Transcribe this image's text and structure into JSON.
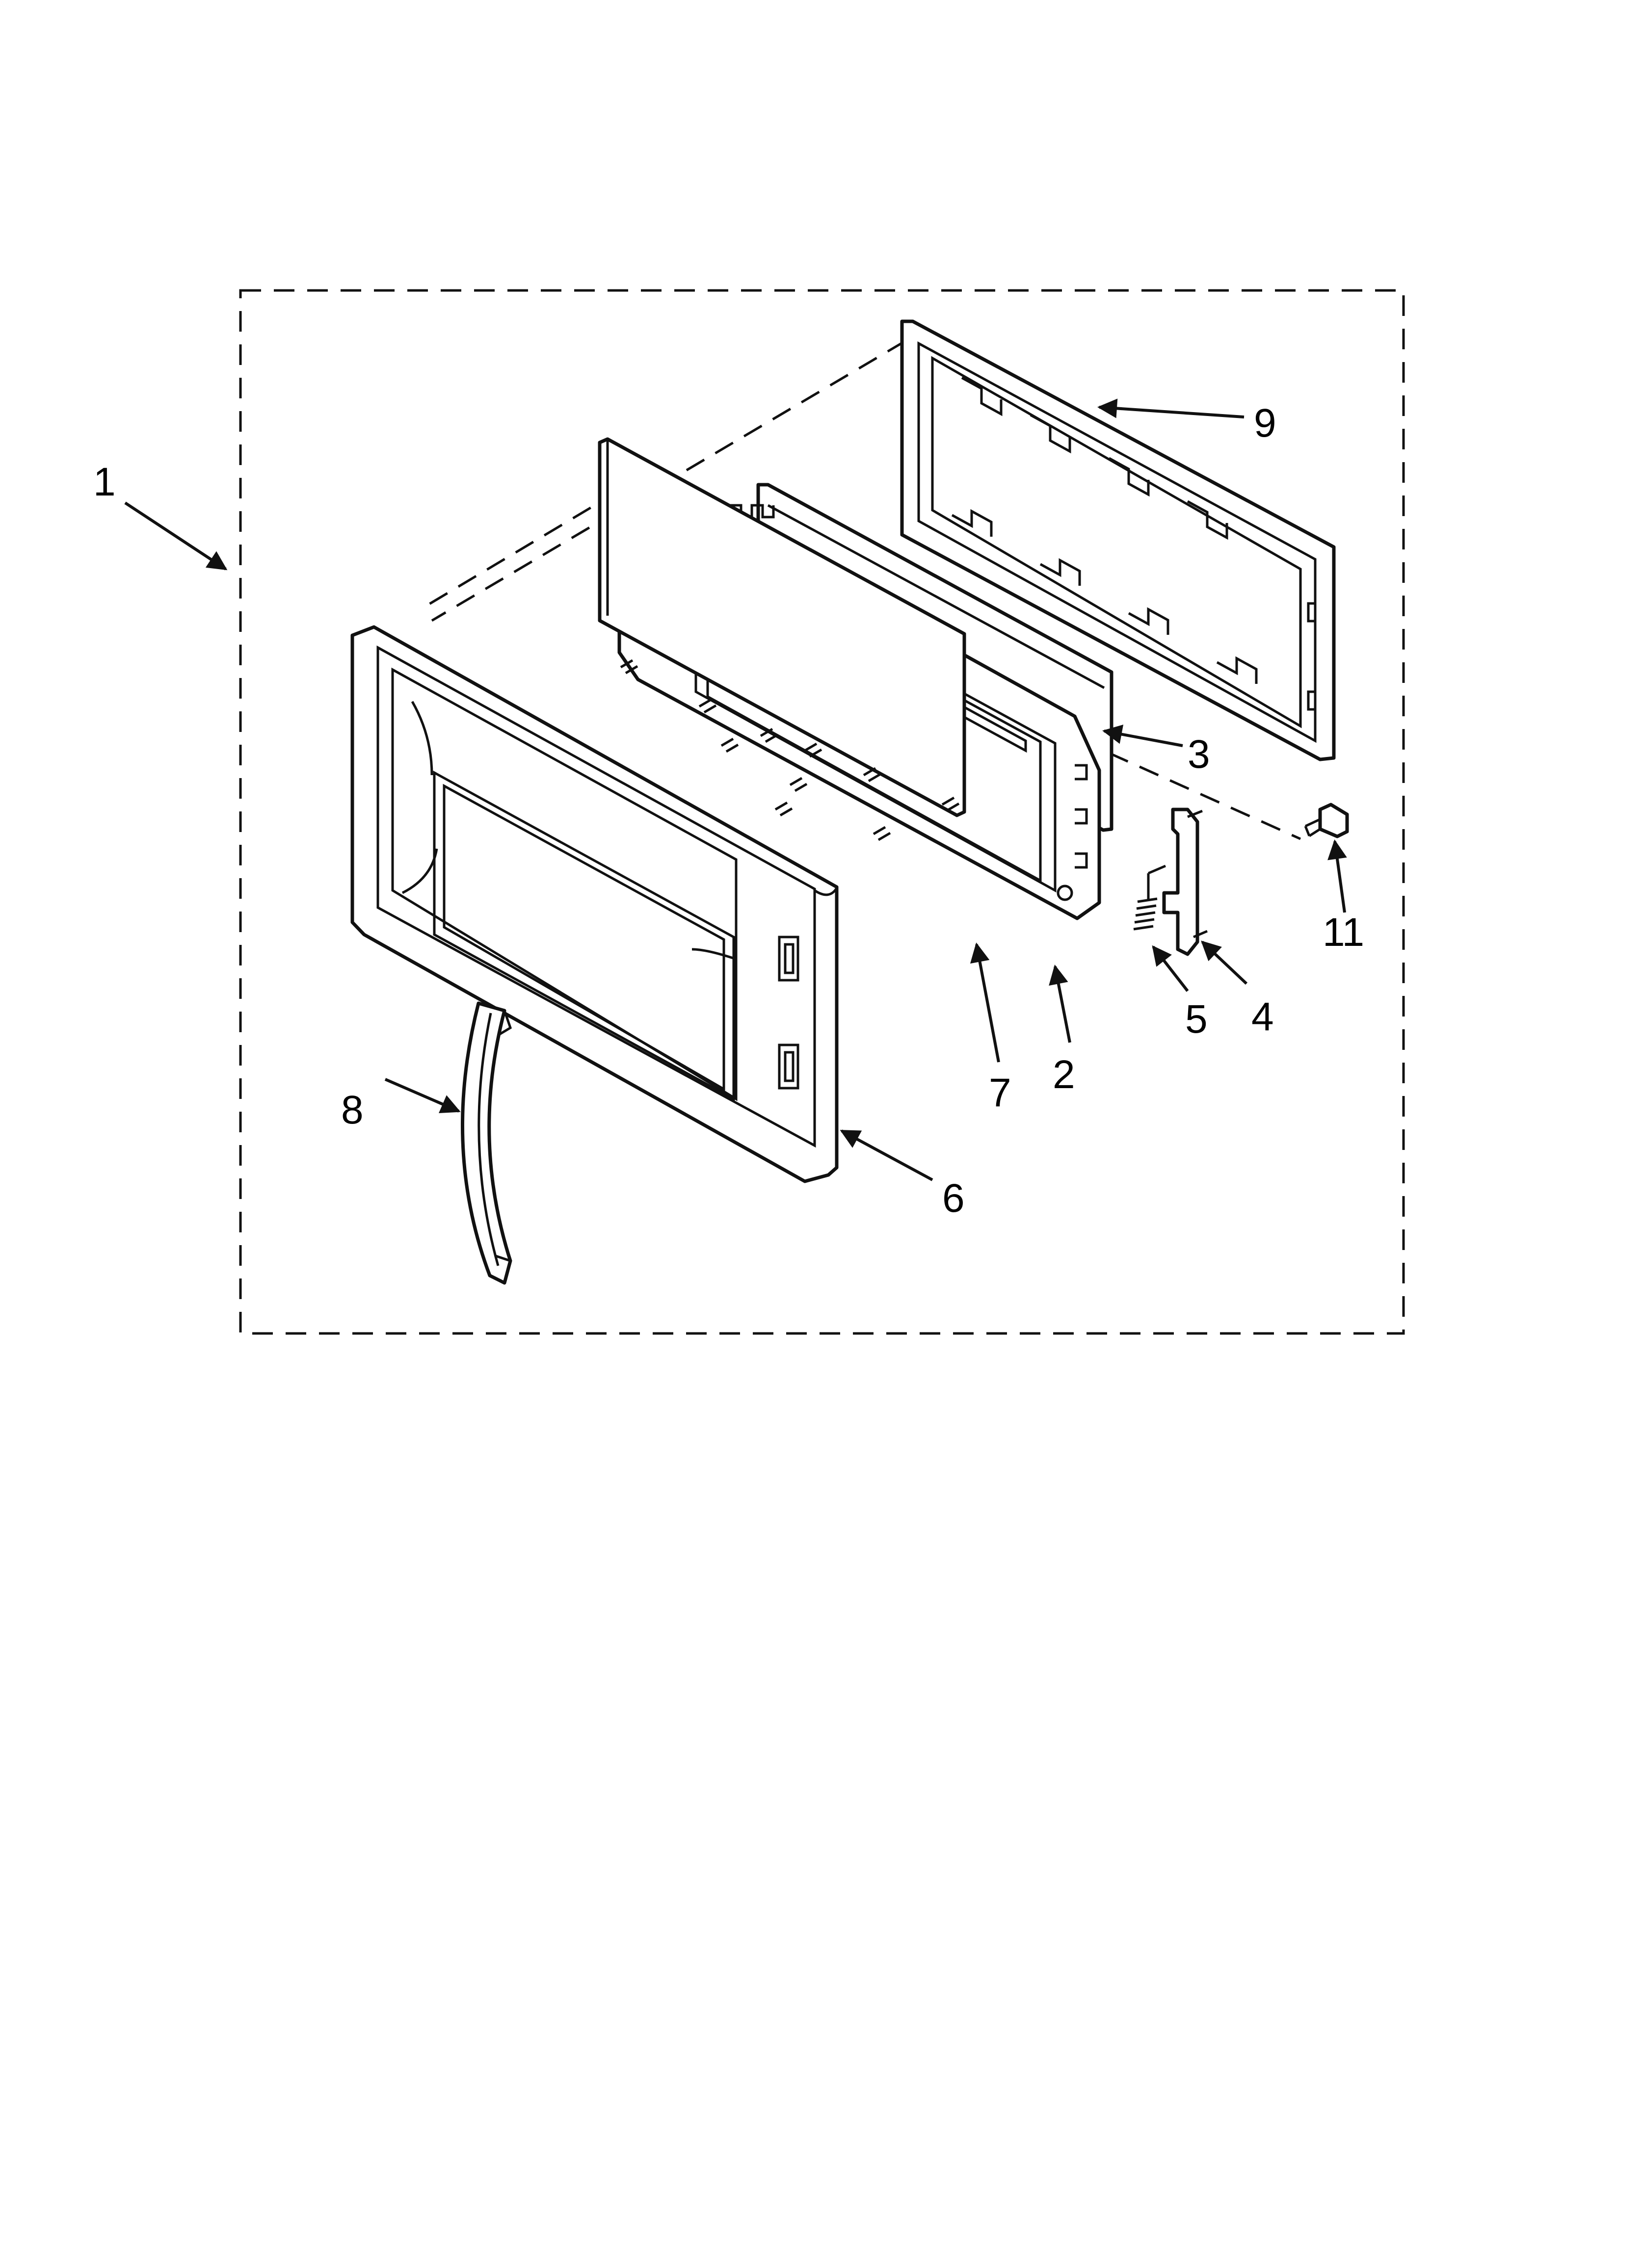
{
  "callouts": [
    {
      "id": "1",
      "label": "1"
    },
    {
      "id": "2",
      "label": "2"
    },
    {
      "id": "3",
      "label": "3"
    },
    {
      "id": "4",
      "label": "4"
    },
    {
      "id": "5",
      "label": "5"
    },
    {
      "id": "6",
      "label": "6"
    },
    {
      "id": "7",
      "label": "7"
    },
    {
      "id": "8",
      "label": "8"
    },
    {
      "id": "9",
      "label": "9"
    },
    {
      "id": "11",
      "label": "11"
    }
  ]
}
